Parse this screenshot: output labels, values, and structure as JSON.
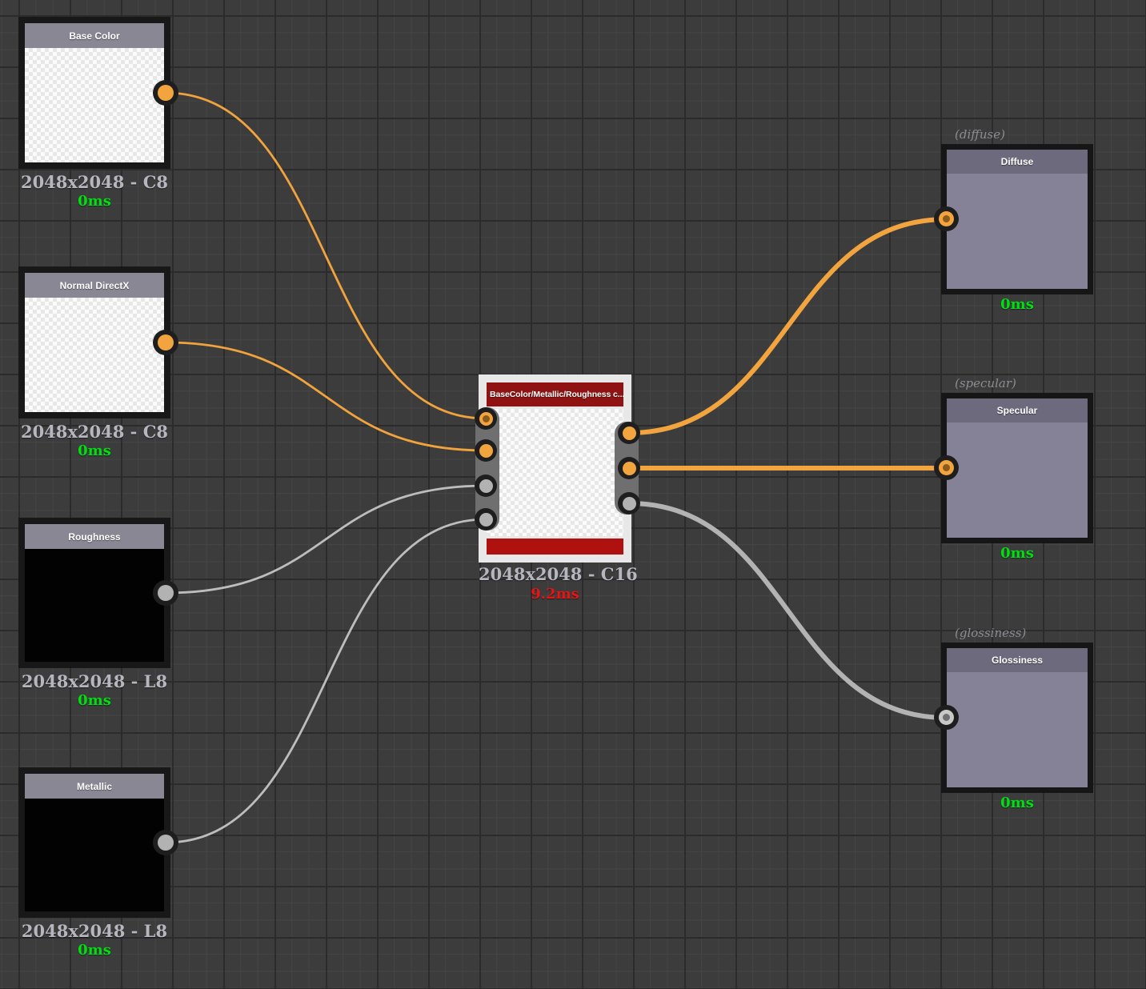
{
  "colors": {
    "accent_orange": "#F2A43F",
    "wire_gray": "#BDBDBD",
    "time_fast_green": "#00DF12",
    "time_slow_red": "#E81414",
    "blend_header_red": "#8F1313",
    "texture_header_gray": "#8A8795",
    "output_header_purple": "#6C6A7C"
  },
  "nodes": {
    "base_color": {
      "title": "Base Color",
      "caption": "2048x2048 - C8",
      "time": "0ms"
    },
    "normal_directx": {
      "title": "Normal DirectX",
      "caption": "2048x2048 - C8",
      "time": "0ms"
    },
    "roughness": {
      "title": "Roughness",
      "caption": "2048x2048 - L8",
      "time": "0ms"
    },
    "metallic": {
      "title": "Metallic",
      "caption": "2048x2048 - L8",
      "time": "0ms"
    },
    "blend": {
      "title": "BaseColor/Metallic/Roughness c...",
      "caption": "2048x2048 - C16",
      "time": "9.2ms"
    },
    "diffuse": {
      "annotation": "(diffuse)",
      "title": "Diffuse",
      "time": "0ms"
    },
    "specular": {
      "annotation": "(specular)",
      "title": "Specular",
      "time": "0ms"
    },
    "glossiness": {
      "annotation": "(glossiness)",
      "title": "Glossiness",
      "time": "0ms"
    }
  },
  "connections": [
    {
      "from": "base_color.output",
      "to": "blend.input1"
    },
    {
      "from": "normal_directx.output",
      "to": "blend.input2"
    },
    {
      "from": "roughness.output",
      "to": "blend.input3"
    },
    {
      "from": "metallic.output",
      "to": "blend.input4"
    },
    {
      "from": "blend.output1",
      "to": "diffuse.input"
    },
    {
      "from": "blend.output2",
      "to": "specular.input"
    },
    {
      "from": "blend.output3",
      "to": "glossiness.input"
    }
  ]
}
